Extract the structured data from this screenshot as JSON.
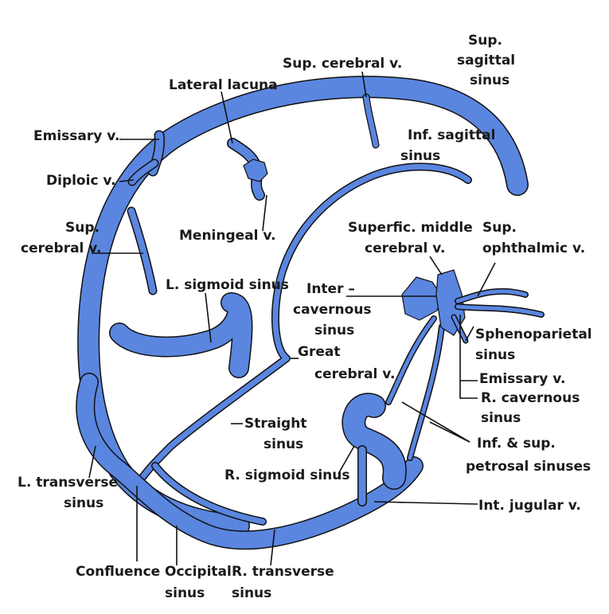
{
  "colors": {
    "vein": "#5a86e0",
    "outline": "#111111",
    "label": "#1a1a1a"
  },
  "labels": {
    "sup_sagittal": [
      "Sup.",
      "sagittal",
      "sinus"
    ],
    "sup_cerebral_top": "Sup. cerebral v.",
    "lateral_lacuna": "Lateral lacuna",
    "emissary_top": "Emissary v.",
    "diploic": "Diploic v.",
    "inf_sagittal": [
      "Inf. sagittal",
      "sinus"
    ],
    "meningeal": "Meningeal v.",
    "sup_cerebral_left": [
      "Sup.",
      "cerebral v."
    ],
    "superfic_middle": [
      "Superfic. middle",
      "cerebral v."
    ],
    "sup_ophthalmic": [
      "Sup.",
      "ophthalmic v."
    ],
    "l_sigmoid": "L. sigmoid sinus",
    "intercavernous": [
      "Inter –",
      "cavernous",
      "sinus"
    ],
    "sphenoparietal": [
      "Sphenoparietal",
      "sinus"
    ],
    "great_cerebral": [
      "Great",
      "cerebral v."
    ],
    "emissary_right": "Emissary v.",
    "r_cavernous": [
      "R. cavernous",
      "sinus"
    ],
    "straight": [
      "Straight",
      "sinus"
    ],
    "inf_sup_petrosal": [
      "Inf. & sup.",
      "petrosal sinuses"
    ],
    "r_sigmoid": "R. sigmoid sinus",
    "l_transverse": [
      "L. transverse",
      "sinus"
    ],
    "int_jugular": "Int. jugular v.",
    "confluence": "Confluence",
    "occipital": [
      "Occipital",
      "sinus"
    ],
    "r_transverse": [
      "R. transverse",
      "sinus"
    ]
  }
}
